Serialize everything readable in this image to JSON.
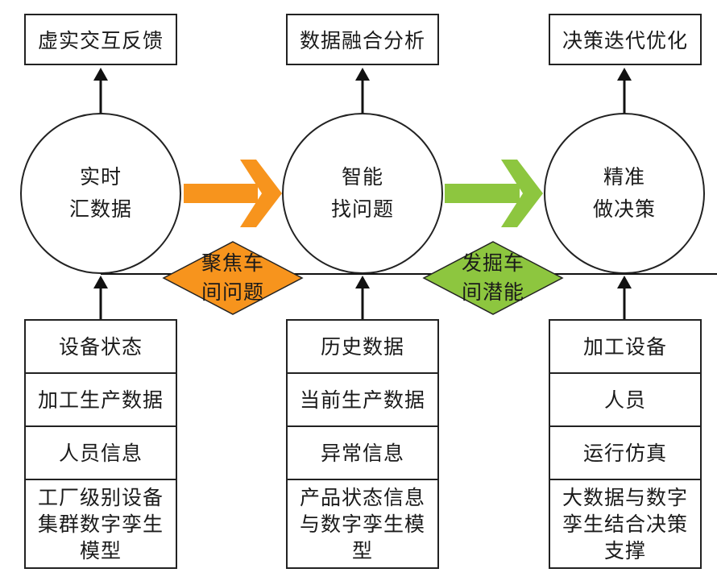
{
  "colors": {
    "orange": "#f7941d",
    "green": "#8dc63f",
    "line": "#111111"
  },
  "top_boxes": [
    "虚实交互反馈",
    "数据融合分析",
    "决策迭代优化"
  ],
  "circles": [
    {
      "line1": "实时",
      "line2": "汇数据"
    },
    {
      "line1": "智能",
      "line2": "找问题"
    },
    {
      "line1": "精准",
      "line2": "做决策"
    }
  ],
  "diamonds": [
    {
      "line1": "聚焦车",
      "line2": "间问题",
      "color": "#f7941d"
    },
    {
      "line1": "发掘车",
      "line2": "间潜能",
      "color": "#8dc63f"
    }
  ],
  "stacks": [
    {
      "items": [
        "设备状态",
        "加工生产数据",
        "人员信息",
        "工厂级别设备集群数字孪生模型"
      ]
    },
    {
      "items": [
        "历史数据",
        "当前生产数据",
        "异常信息",
        "产品状态信息与数字孪生模型"
      ]
    },
    {
      "items": [
        "加工设备",
        "人员",
        "运行仿真",
        "大数据与数字孪生结合决策支撑"
      ]
    }
  ]
}
